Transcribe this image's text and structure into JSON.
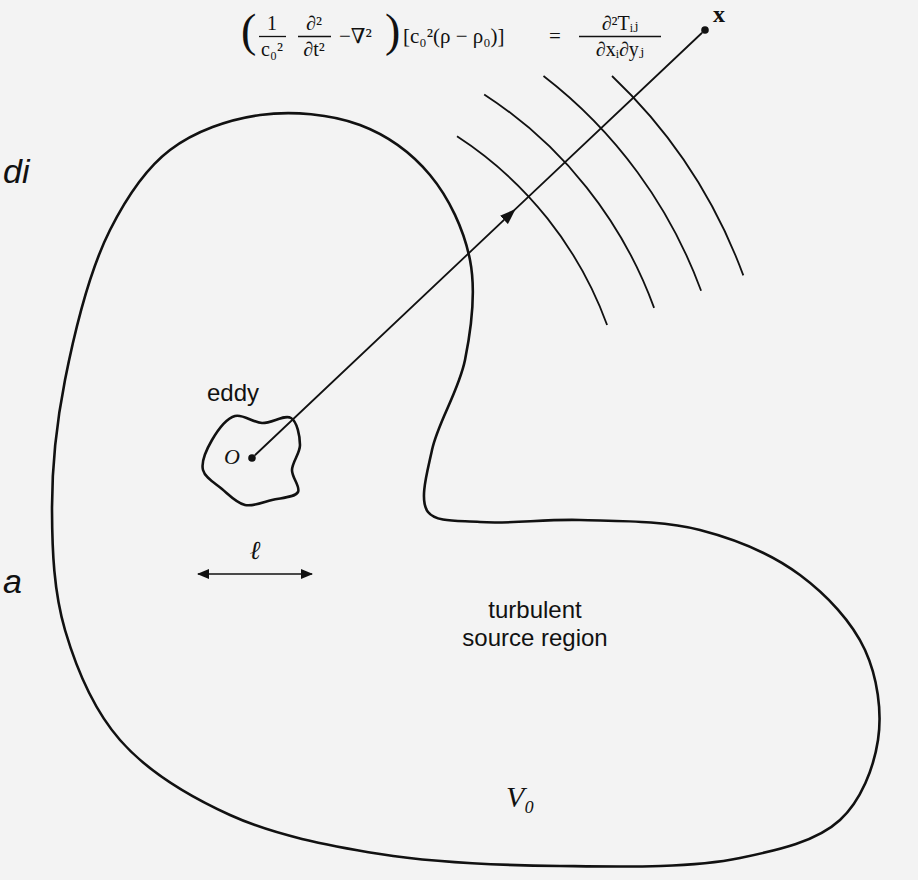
{
  "diagram": {
    "nodes": [
      {
        "text": [
          "turbulent source region",
          "V₀"
        ]
      },
      {
        "text": [
          "eddy"
        ],
        "in": 0
      },
      {
        "text": [
          "O"
        ],
        "in": 1
      },
      {
        "text": [
          "x"
        ]
      }
    ],
    "edges": [
      {
        "from": 2,
        "to": 3,
        "arrow": "to"
      }
    ],
    "labels": [
      "(",
      "1",
      "c₀²",
      "∂²",
      "∂t²",
      "−∇²",
      ")",
      "[c₀²(ρ − ρ₀)]",
      "=",
      "∂²Tᵢⱼ",
      "∂xᵢ∂yⱼ",
      "ℓ",
      "di",
      "a"
    ]
  }
}
